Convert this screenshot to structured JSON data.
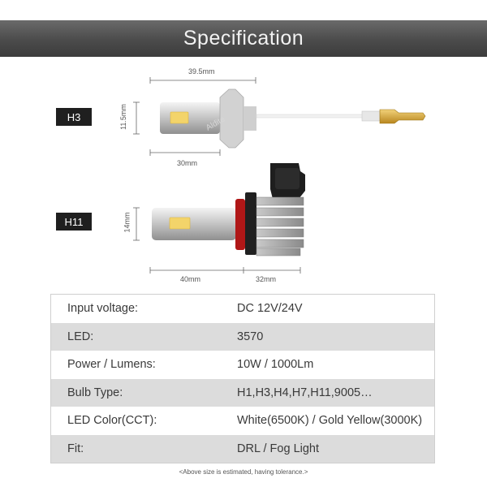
{
  "header": {
    "title": "Specification"
  },
  "diagram": {
    "h3": {
      "tag": "H3",
      "length_top": "39.5mm",
      "length_bottom": "30mm",
      "height": "11.5mm",
      "watermark": "Aldite"
    },
    "h11": {
      "tag": "H11",
      "length_front": "40mm",
      "length_rear": "32mm",
      "height": "14mm"
    }
  },
  "specs": [
    {
      "label": "Input voltage:",
      "value": "DC 12V/24V"
    },
    {
      "label": "LED:",
      "value": "3570"
    },
    {
      "label": "Power / Lumens:",
      "value": "10W / 1000Lm"
    },
    {
      "label": "Bulb Type:",
      "value": "H1,H3,H4,H7,H11,9005…"
    },
    {
      "label": "LED Color(CCT):",
      "value": "White(6500K) / Gold Yellow(3000K)"
    },
    {
      "label": "Fit:",
      "value": "DRL / Fog Light"
    }
  ],
  "footnote": "<Above size is estimated, having tolerance.>",
  "colors": {
    "banner": "#4b4b4b",
    "tag": "#1f1f1f",
    "row_alt": "#dcdcdc",
    "led_chip": "#f3d46a"
  }
}
